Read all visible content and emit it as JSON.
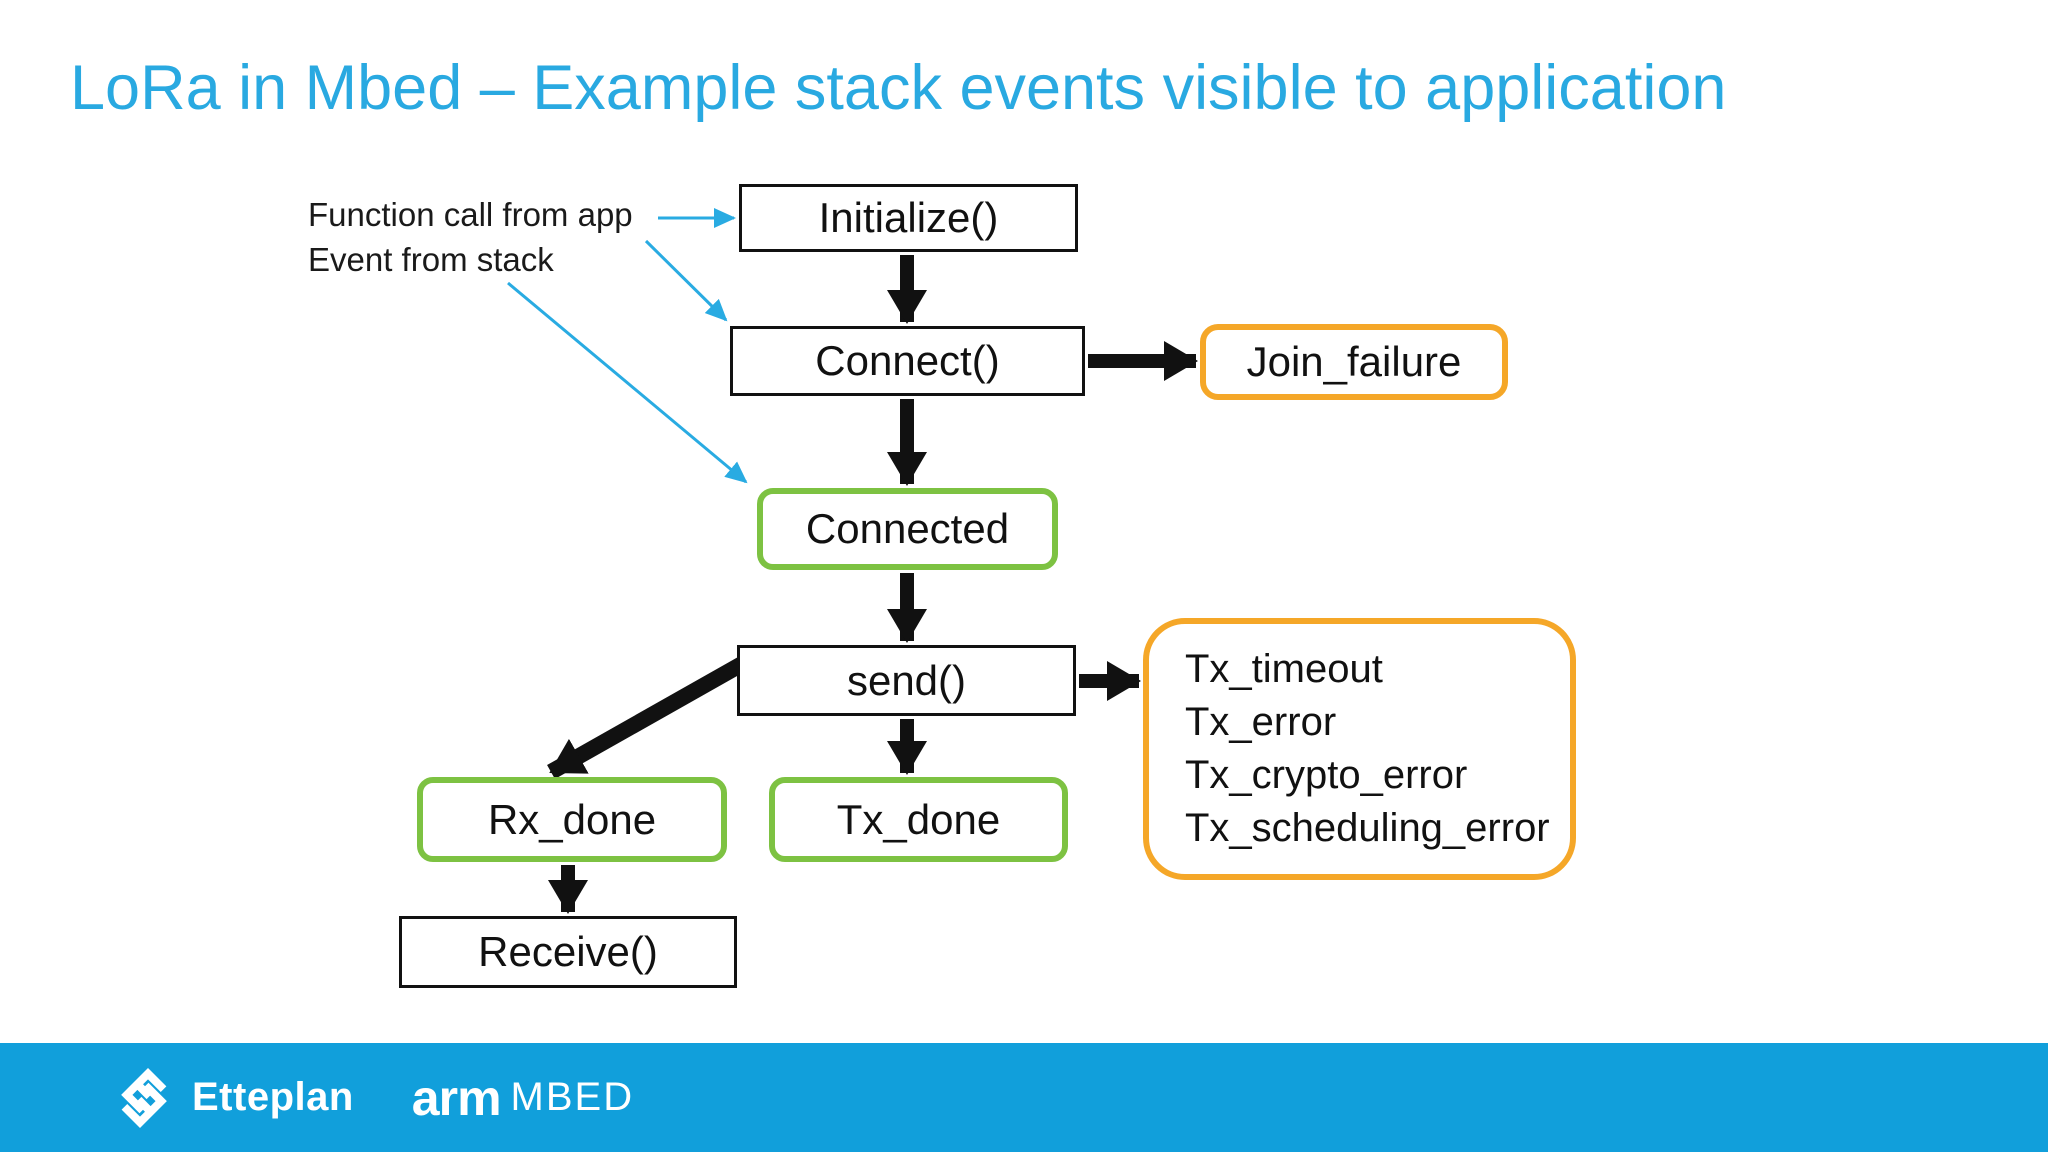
{
  "slide": {
    "title": "LoRa in Mbed – Example stack events visible to application",
    "legend": {
      "line1": "Function call from app",
      "line2": "Event from stack"
    },
    "nodes": {
      "initialize": "Initialize()",
      "connect": "Connect()",
      "join_failure": "Join_failure",
      "connected": "Connected",
      "send": "send()",
      "rx_done": "Rx_done",
      "tx_done": "Tx_done",
      "tx_errors": [
        "Tx_timeout",
        "Tx_error",
        "Tx_crypto_error",
        "Tx_scheduling_error"
      ],
      "receive": "Receive()"
    },
    "footer": {
      "etteplan": "Etteplan",
      "arm": "arm",
      "mbed": "MBED"
    },
    "colors": {
      "title_blue": "#29a9e1",
      "legend_arrow_blue": "#29abe2",
      "event_border_green": "#7dc242",
      "failure_border_orange": "#f5a728",
      "footer_bar_blue": "#119fdb",
      "flow_arrow_black": "#111111"
    }
  }
}
